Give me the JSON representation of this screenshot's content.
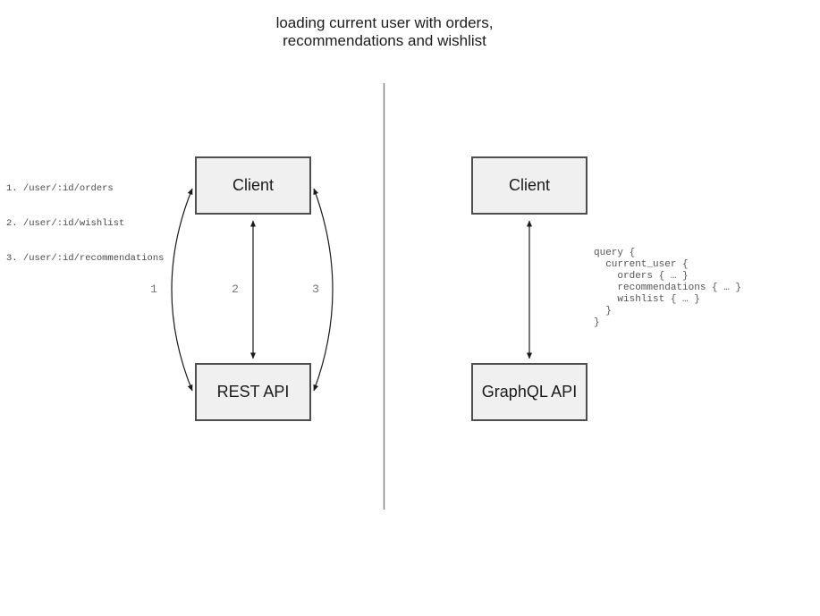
{
  "title": "loading current user with orders,\nrecommendations and wishlist",
  "rest_panel": {
    "routes": [
      "1. /user/:id/orders",
      "2. /user/:id/wishlist",
      "3. /user/:id/recommendations"
    ],
    "client_box_label": "Client",
    "api_box_label": "REST API",
    "arrow_labels": [
      "1",
      "2",
      "3"
    ]
  },
  "graphql_panel": {
    "client_box_label": "Client",
    "api_box_label": "GraphQL API",
    "query": "query {\n  current_user {\n    orders { … }\n    recommendations { … }\n    wishlist { … }\n  }\n}"
  },
  "colors": {
    "box_fill": "#f0f0f0",
    "box_border": "#4d4d4d",
    "arrow": "#1a1a1a",
    "divider": "#7d7d7d",
    "code_text": "#4f4f4f",
    "label_text": "#757575"
  }
}
